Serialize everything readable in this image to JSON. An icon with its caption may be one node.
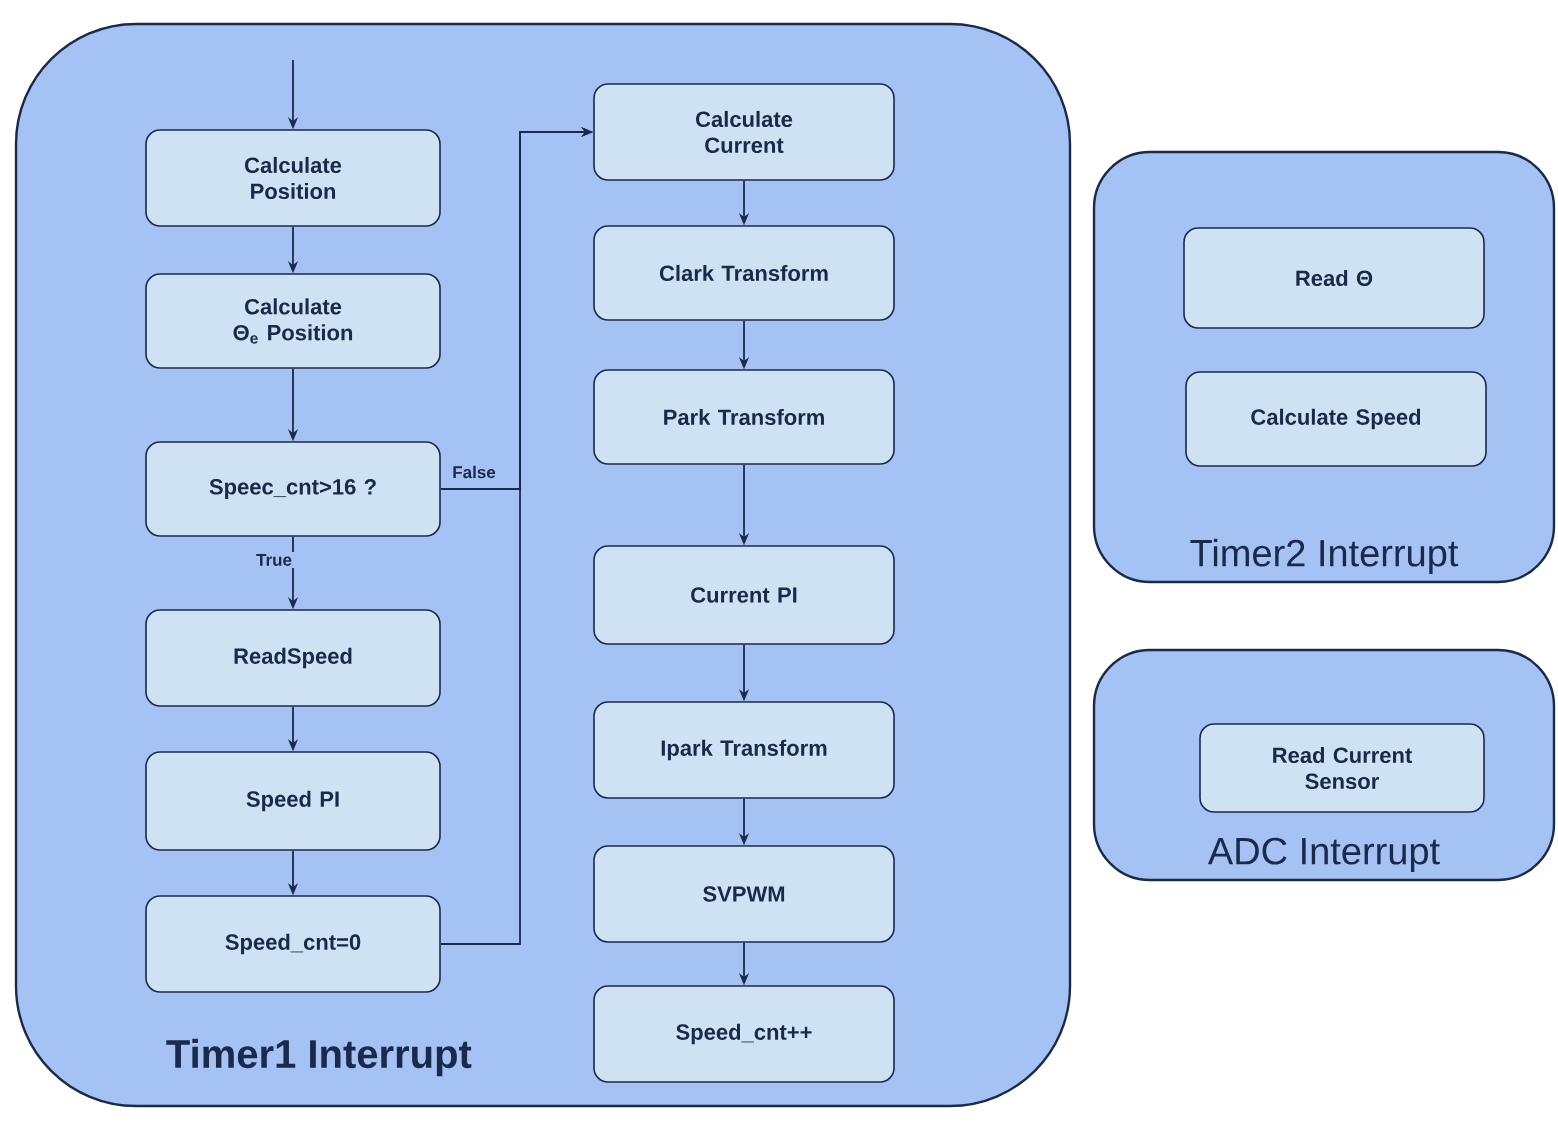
{
  "diagram": {
    "nodes": [
      {
        "text": [
          "Timer1 Interrupt"
        ]
      },
      {
        "text": [
          "Calculate Position"
        ],
        "in": 0
      },
      {
        "text": [
          "Calculate Θ$_{e}$ Position"
        ],
        "in": 0
      },
      {
        "text": [
          "Speec_cnt>16 ?"
        ],
        "in": 0
      },
      {
        "text": [
          "ReadSpeed"
        ],
        "in": 0
      },
      {
        "text": [
          "Speed PI"
        ],
        "in": 0
      },
      {
        "text": [
          "Speed_cnt=0"
        ],
        "in": 0
      },
      {
        "text": [
          "Calculate Current"
        ],
        "in": 0
      },
      {
        "text": [
          "Clark Transform"
        ],
        "in": 0
      },
      {
        "text": [
          "Park Transform"
        ],
        "in": 0
      },
      {
        "text": [
          "Current PI"
        ],
        "in": 0
      },
      {
        "text": [
          "Ipark Transform"
        ],
        "in": 0
      },
      {
        "text": [
          "SVPWM"
        ],
        "in": 0
      },
      {
        "text": [
          "Speed_cnt++"
        ],
        "in": 0
      },
      {
        "text": [
          "Timer2 Interrupt"
        ]
      },
      {
        "text": [
          "Read Θ"
        ],
        "in": 14
      },
      {
        "text": [
          "Calculate Speed"
        ],
        "in": 14
      },
      {
        "text": [
          "ADC Interrupt"
        ]
      },
      {
        "text": [
          "Read Current Sensor"
        ],
        "in": 17
      }
    ],
    "edges": [
      {
        "from": null,
        "to": 1,
        "arrow": "to"
      },
      {
        "from": 1,
        "to": 2,
        "arrow": "to"
      },
      {
        "from": 2,
        "to": 3,
        "arrow": "to"
      },
      {
        "from": 3,
        "to": 4,
        "arrow": "to",
        "label": "True"
      },
      {
        "from": 4,
        "to": 5,
        "arrow": "to"
      },
      {
        "from": 5,
        "to": 6,
        "arrow": "to"
      },
      {
        "from": 3,
        "to": 7,
        "arrow": "to",
        "label": "False"
      },
      {
        "from": 6,
        "to": 7,
        "arrow": "to"
      },
      {
        "from": 7,
        "to": 8,
        "arrow": "to"
      },
      {
        "from": 8,
        "to": 9,
        "arrow": "to"
      },
      {
        "from": 9,
        "to": 10,
        "arrow": "to"
      },
      {
        "from": 10,
        "to": 11,
        "arrow": "to"
      },
      {
        "from": 11,
        "to": 12,
        "arrow": "to"
      },
      {
        "from": 12,
        "to": 13,
        "arrow": "to"
      }
    ]
  }
}
